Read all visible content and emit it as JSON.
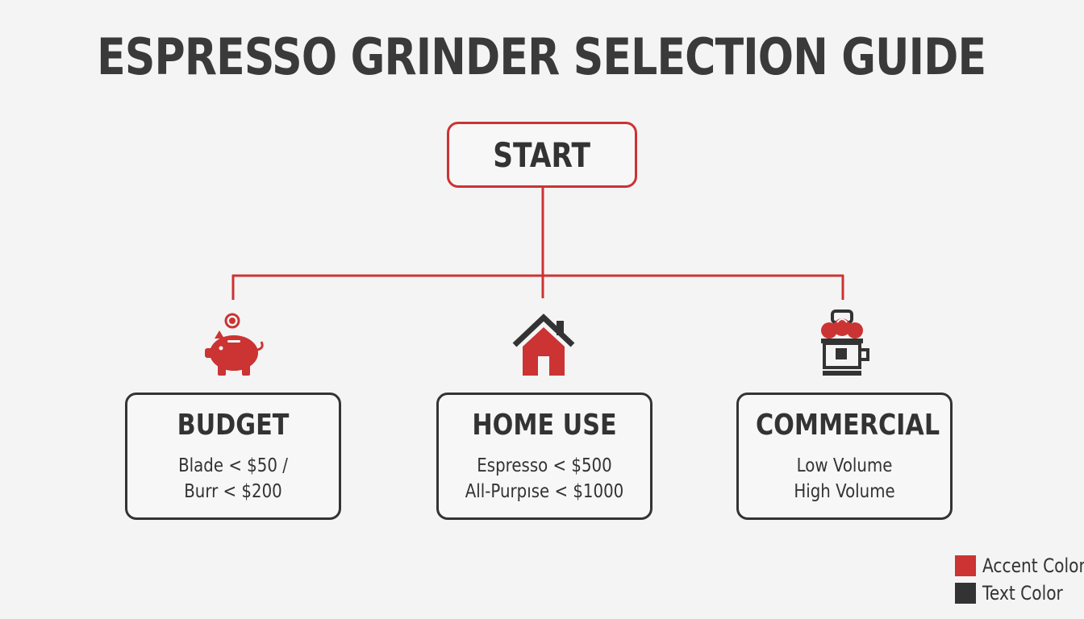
{
  "title": "ESPRESSO GRINDER SELECTION GUIDE",
  "start": {
    "label": "START"
  },
  "colors": {
    "accent": "#cc3333",
    "text": "#333333",
    "background": "#f4f4f4"
  },
  "nodes": [
    {
      "icon": "piggy-bank-icon",
      "title": "BUDGET",
      "lines": [
        "Blade < $50 /",
        "Burr < $200"
      ]
    },
    {
      "icon": "house-icon",
      "title": "HOME USE",
      "lines": [
        "Espresso < $500",
        "All-Purpıse < $1000"
      ]
    },
    {
      "icon": "commercial-grinder-icon",
      "title": "COMMERCIAL",
      "lines": [
        "Low Volume",
        "High Volume"
      ]
    }
  ],
  "legend": [
    {
      "label": "Accent Color",
      "color": "#cc3333"
    },
    {
      "label": "Text Color",
      "color": "#333333"
    }
  ]
}
